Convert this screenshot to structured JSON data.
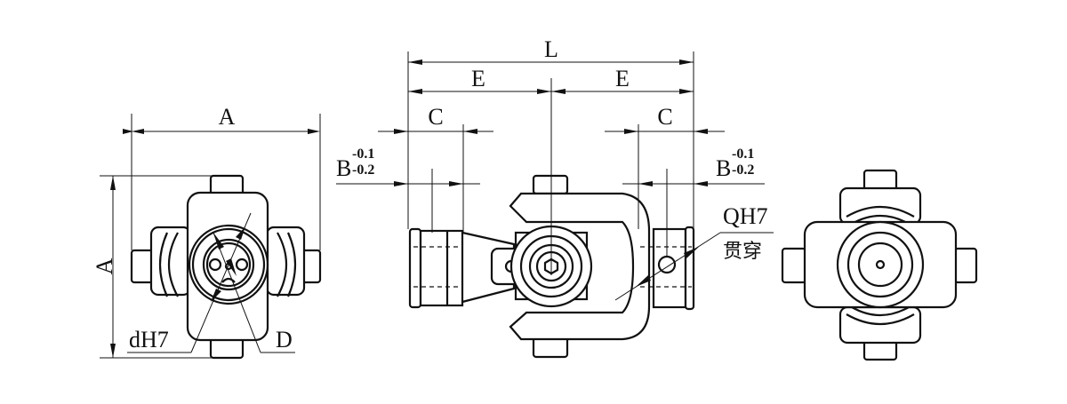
{
  "views": {
    "end_view_left": {
      "dim_width": "A",
      "dim_height": "A",
      "bore_label": "dH7",
      "outer_label": "D"
    },
    "side_view": {
      "overall_length": "L",
      "half_length_left": "E",
      "half_length_right": "E",
      "hub_length_left": "C",
      "hub_length_right": "C",
      "pin_offset_left": {
        "base": "B",
        "upper_tol": "-0.1",
        "lower_tol": "-0.2"
      },
      "pin_offset_right": {
        "base": "B",
        "upper_tol": "-0.1",
        "lower_tol": "-0.2"
      },
      "cross_hole_label": "QH7",
      "cross_hole_note": "贯穿"
    },
    "end_view_right": {}
  }
}
